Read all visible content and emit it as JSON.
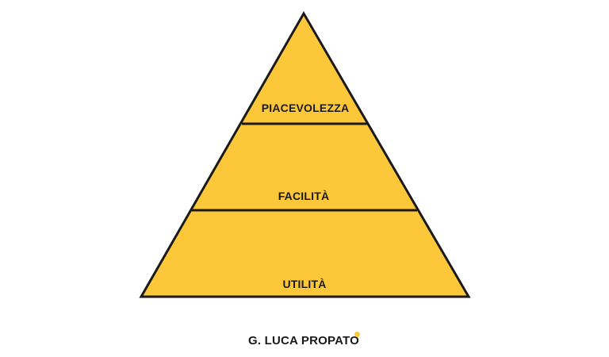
{
  "diagram": {
    "levels": [
      {
        "label": "PIACEVOLEZZA"
      },
      {
        "label": "FACILITÀ"
      },
      {
        "label": "UTILITÀ"
      }
    ],
    "fill_color": "#FDC73A",
    "stroke_color": "#1a1a1a"
  },
  "footer": {
    "author": "G. LUCA PROPATO",
    "dot_color": "#FDC73A"
  }
}
